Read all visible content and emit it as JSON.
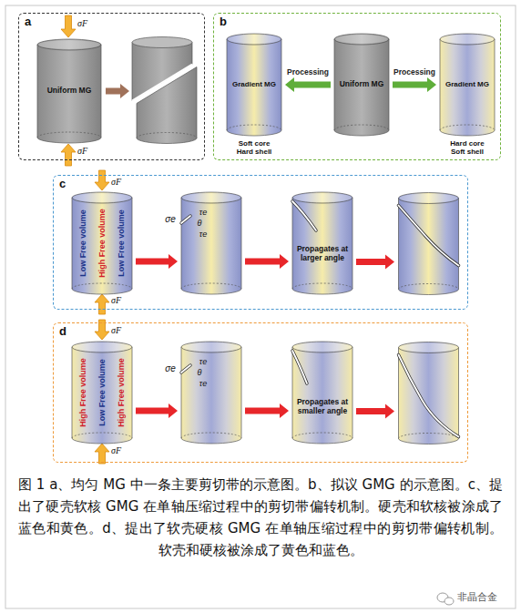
{
  "diagram": {
    "caption": "图 1 a、均匀 MG 中一条主要剪切带的示意图。b、拟议 GMG 的示意图。c、提出了硬壳软核 GMG 在单轴压缩过程中的剪切带偏转机制。硬壳和软核被涂成了蓝色和黄色。d、提出了软壳硬核 GMG 在单轴压缩过程中的剪切带偏转机制。软壳和硬核被涂成了黄色和蓝色。",
    "nodes": [
      {
        "text": [
          "a"
        ]
      },
      {
        "text": [
          "Uniform MG"
        ],
        "in": 0
      },
      {
        "text": [
          "b"
        ]
      },
      {
        "text": [
          "Gradient MG",
          "Soft core Hard shell"
        ],
        "in": 2
      },
      {
        "text": [
          "Uniform MG"
        ],
        "in": 2
      },
      {
        "text": [
          "Gradient MG",
          "Hard core Soft shell"
        ],
        "in": 2
      },
      {
        "text": [
          "c"
        ]
      },
      {
        "text": [
          "Low Free volume",
          "High Free volume",
          "Low Free volume"
        ],
        "in": 6
      },
      {
        "text": [
          "σe",
          "τe",
          "θ",
          "τe"
        ],
        "in": 6
      },
      {
        "text": [
          "Propagates at larger angle"
        ],
        "in": 6
      },
      {
        "text": [
          "d"
        ]
      },
      {
        "text": [
          "High Free volume",
          "Low Free volume",
          "High Free volume"
        ],
        "in": 10
      },
      {
        "text": [
          "σe",
          "τe",
          "θ",
          "τe"
        ],
        "in": 10
      },
      {
        "text": [
          "Propagates at smaller angle"
        ],
        "in": 10
      }
    ],
    "edges": [
      {
        "from": 4,
        "to": 3,
        "label": "Processing",
        "arrow": "to"
      },
      {
        "from": 4,
        "to": 5,
        "label": "Processing",
        "arrow": "to"
      },
      {
        "from": 7,
        "to": 8,
        "arrow": "to"
      },
      {
        "from": 8,
        "to": 9,
        "arrow": "to"
      },
      {
        "from": 11,
        "to": 12,
        "arrow": "to"
      },
      {
        "from": 12,
        "to": 13,
        "arrow": "to"
      }
    ],
    "labels": [
      "σF",
      "σF",
      "σF",
      "σF",
      "σF",
      "σF",
      "非晶合金"
    ]
  }
}
